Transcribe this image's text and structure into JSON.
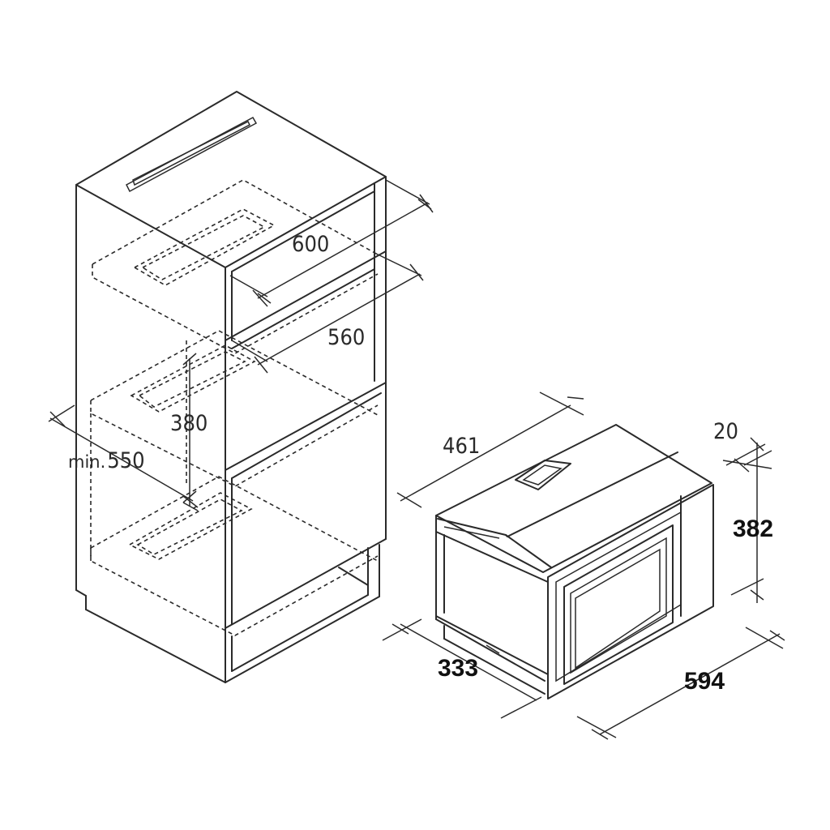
{
  "cabinet_dimensions": {
    "width": "600",
    "inner_width": "560",
    "niche_height": "380",
    "min_depth_prefix": "min.",
    "min_depth_value": "550"
  },
  "appliance_dimensions": {
    "depth": "461",
    "frame_depth": "20",
    "height": "382",
    "side_depth": "333",
    "width": "594"
  }
}
